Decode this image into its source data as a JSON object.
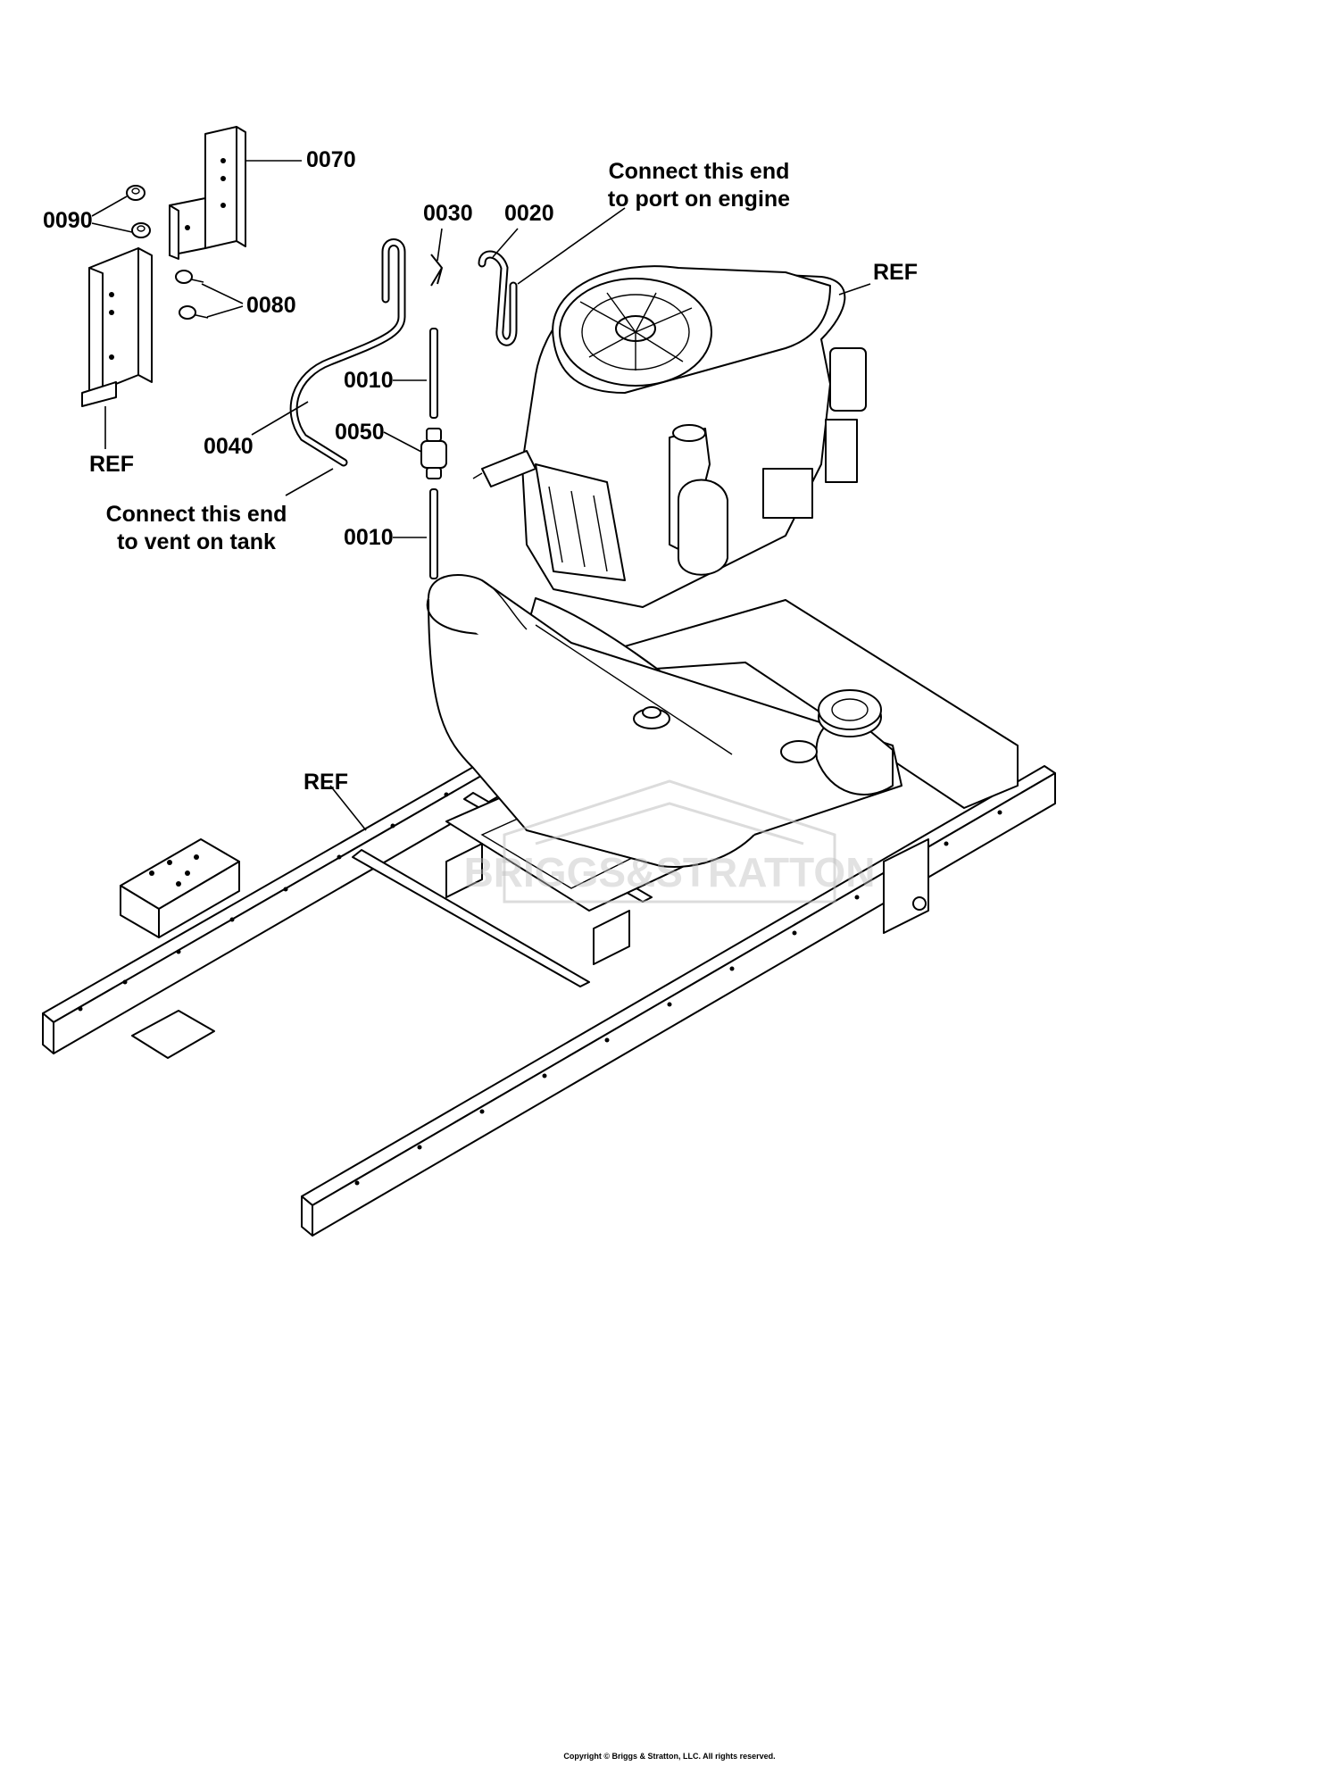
{
  "labels": {
    "l0070": "0070",
    "l0090": "0090",
    "l0080": "0080",
    "l0030": "0030",
    "l0020": "0020",
    "l0010a": "0010",
    "l0010b": "0010",
    "l0040": "0040",
    "l0050": "0050",
    "ref_bracket": "REF",
    "ref_engine": "REF",
    "ref_frame": "REF"
  },
  "notes": {
    "engine_line1": "Connect this end",
    "engine_line2": "to port on engine",
    "tank_line1": "Connect this end",
    "tank_line2": "to vent on tank"
  },
  "watermark": "BRIGGS&STRATTON",
  "copyright": "Copyright © Briggs & Stratton, LLC. All rights reserved."
}
